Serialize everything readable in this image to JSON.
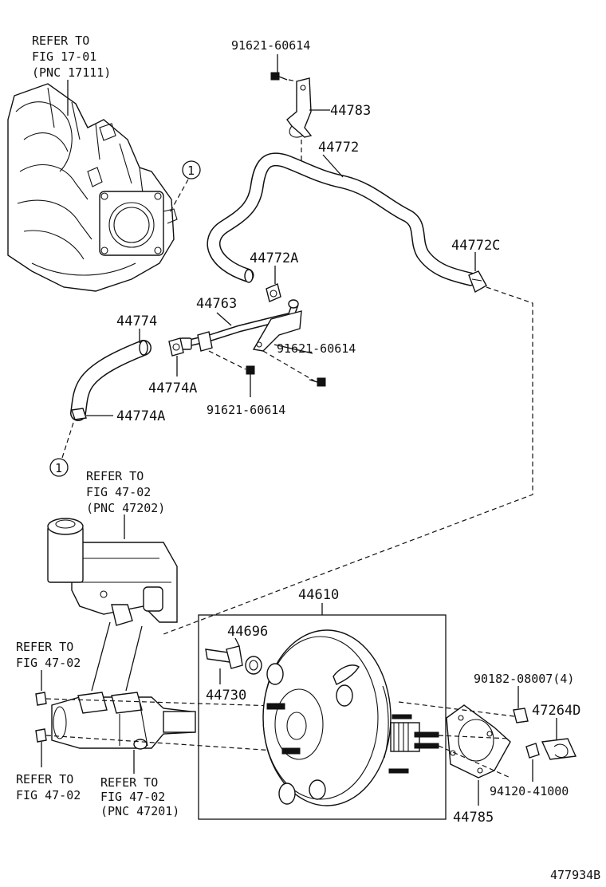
{
  "diagram": {
    "id": "477934B",
    "refs": {
      "engine": [
        "REFER TO",
        "FIG 17-01",
        "(PNC 17111)"
      ],
      "reservoir": [
        "REFER TO",
        "FIG 47-02",
        "(PNC 47202)"
      ],
      "left_upper": [
        "REFER TO",
        "FIG 47-02"
      ],
      "left_lower": [
        "REFER TO",
        "FIG 47-02"
      ],
      "master_cyl": [
        "REFER TO",
        "FIG 47-02",
        "(PNC 47201)"
      ]
    },
    "callout_marker": "1",
    "parts": {
      "bolt_top": "91621-60614",
      "bracket": "44783",
      "hose_main": "44772",
      "clamp_a": "44772A",
      "clamp_c": "44772C",
      "pipe": "44763",
      "bolt_mid_right": "91621-60614",
      "bolt_mid_bottom": "91621-60614",
      "hose_lower": "44774",
      "clamp_lower_a1": "44774A",
      "clamp_lower_a2": "44774A",
      "booster": "44610",
      "grommet": "44696",
      "check_valve": "44730",
      "nut": "90182-08007(4)",
      "clevis": "47264D",
      "clip": "94120-41000",
      "gasket": "44785"
    }
  }
}
